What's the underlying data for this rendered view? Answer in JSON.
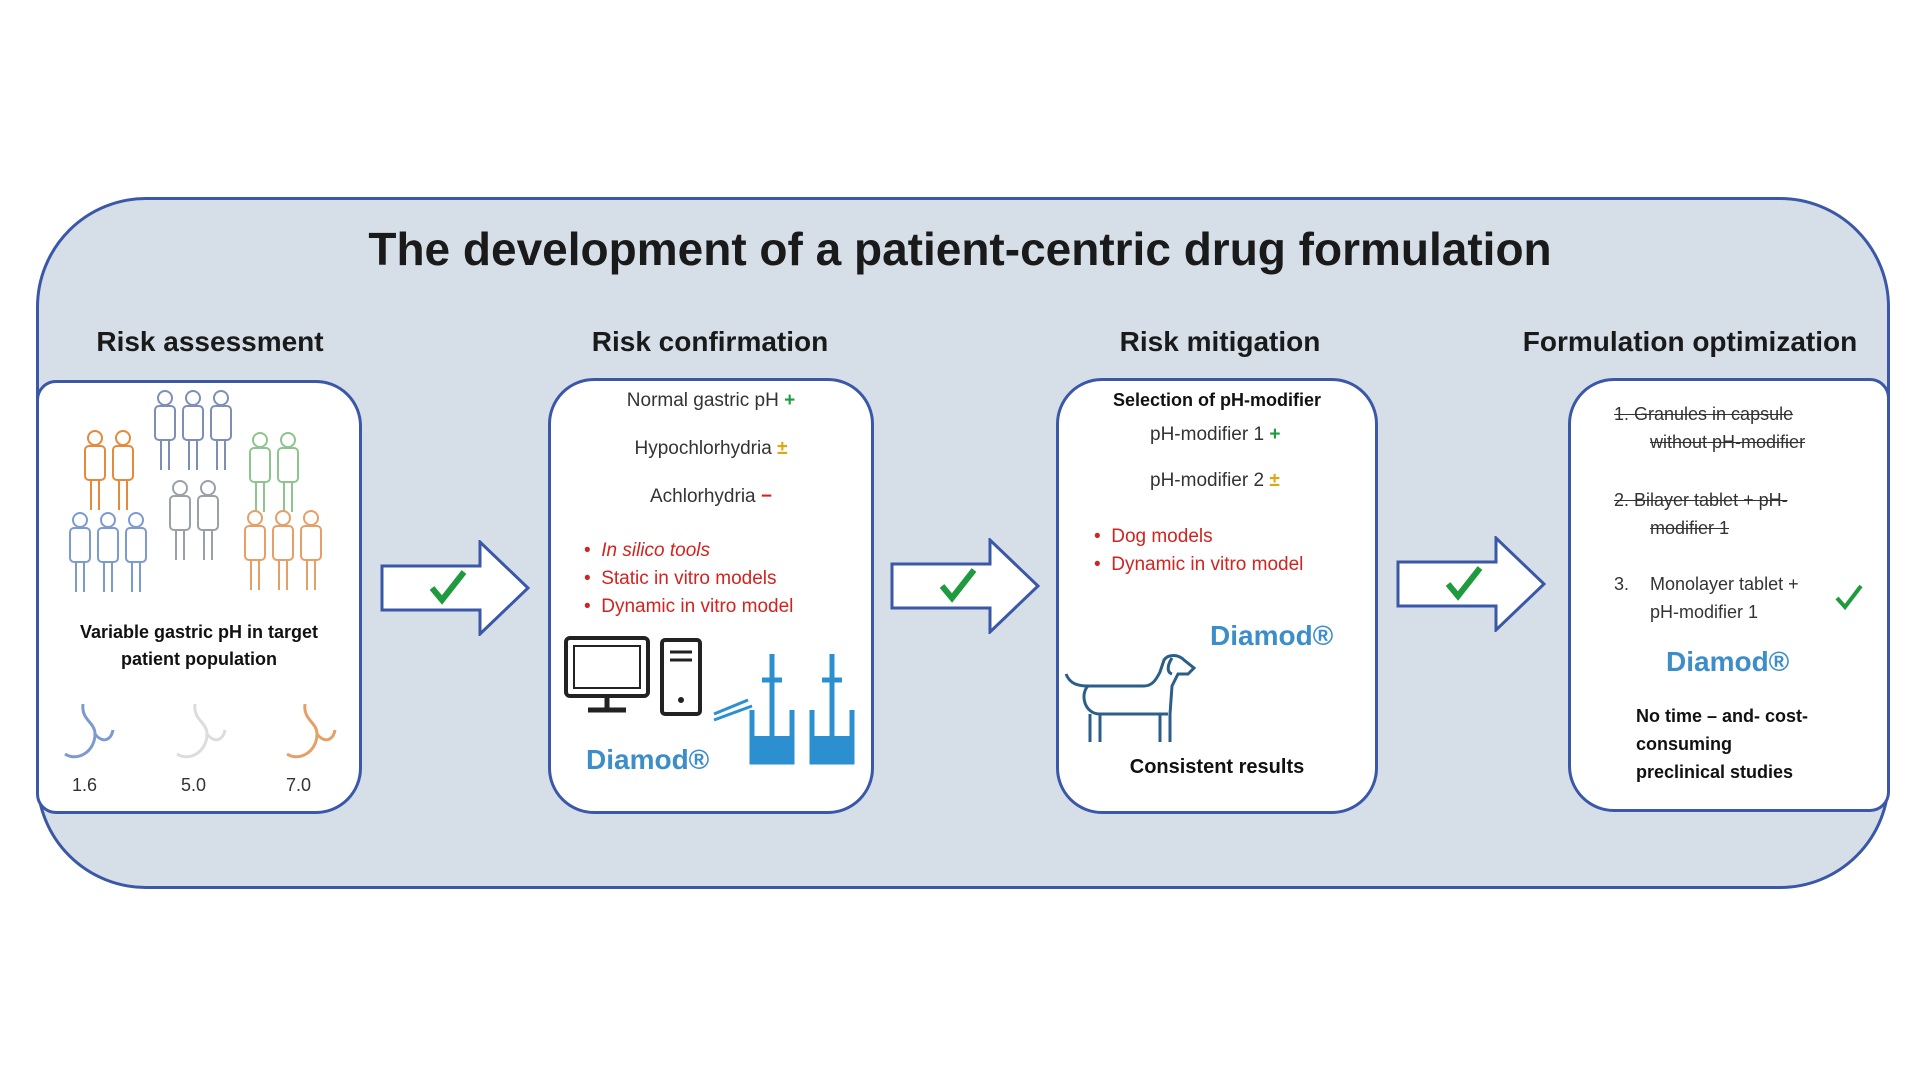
{
  "title": "The development of a patient-centric drug formulation",
  "stages": [
    {
      "title": "Risk assessment"
    },
    {
      "title": "Risk confirmation"
    },
    {
      "title": "Risk mitigation"
    },
    {
      "title": "Formulation optimization"
    }
  ],
  "risk_assessment": {
    "caption_line1": "Variable gastric pH in target",
    "caption_line2": "patient population",
    "stomach_ph": [
      "1.6",
      "5.0",
      "7.0"
    ]
  },
  "risk_confirmation": {
    "row1_text": "Normal gastric pH",
    "row1_mark": "+",
    "row2_text": "Hypochlorhydria",
    "row2_mark": "±",
    "row3_text": "Achlorhydria",
    "row3_mark": "−",
    "tools": [
      "In silico tools",
      "Static in vitro models",
      "Dynamic in vitro model"
    ],
    "brand": "Diamod®"
  },
  "risk_mitigation": {
    "heading": "Selection of pH-modifier",
    "mod1_text": "pH-modifier 1",
    "mod1_mark": "+",
    "mod2_text": "pH-modifier 2",
    "mod2_mark": "±",
    "models": [
      "Dog models",
      "Dynamic in vitro model"
    ],
    "brand": "Diamod®",
    "result": "Consistent results"
  },
  "formulation": {
    "opt1_line1": "1.   Granules in capsule",
    "opt1_line2": "without pH-modifier",
    "opt2_line1": "2.   Bilayer tablet + pH-",
    "opt2_line2": "modifier 1",
    "opt3_num": "3.",
    "opt3_line1": "Monolayer tablet +",
    "opt3_line2": "pH-modifier 1",
    "brand": "Diamod®",
    "note_line1": "No time – and- cost-",
    "note_line2": "consuming",
    "note_line3": "preclinical studies"
  },
  "colors": {
    "frame_fill": "#d6dfe8",
    "border": "#3a57a8",
    "check": "#1f9a3e",
    "brand": "#3d8ec8",
    "red": "#d2231f"
  },
  "icons": [
    "people-icon",
    "stomach-icon",
    "computer-icon",
    "dissolution-apparatus-icon",
    "dog-icon",
    "check-icon",
    "arrow-icon"
  ]
}
